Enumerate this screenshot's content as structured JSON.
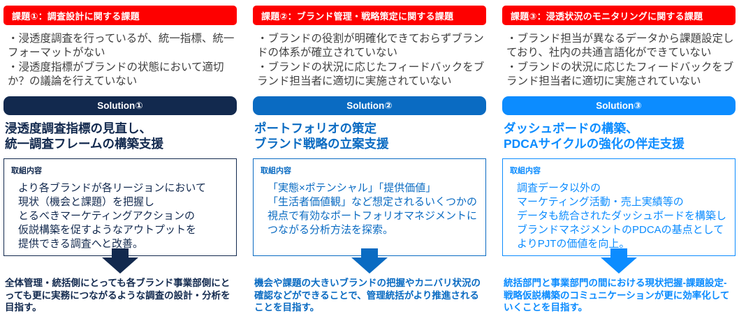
{
  "theme": {
    "issue_banner_color": "#FE0000",
    "issue_text_color": "#3F3F3F",
    "background": "#FFFFFF"
  },
  "columns": [
    {
      "issue_title": "課題①：調査設計に関する課題",
      "issue_points": [
        "・浸透度調査を行っているが、統一指標、統一フォーマットがない",
        "・浸透度指標がブランドの状態において適切か？の議論を行えていない"
      ],
      "solution_label": "Solution①",
      "solution_title": "浸透度調査指標の見直し、\n統一調査フレームの構築支援",
      "box_label": "取組内容",
      "box_text": "より各ブランドが各リージョンにおいて\n現状（機会と課題）を把握し\nとるべきマーケティングアクションの\n仮説構築を促すようなアウトプットを\n提供できる調査へと改善。",
      "goal_text": "全体管理・統括側にとっても各ブランド事業部側にとっても更に実務につながるような調査の設計・分析を目指す。",
      "accent_color": "#12294E"
    },
    {
      "issue_title": "課題②：ブランド管理・戦略策定に関する課題",
      "issue_points": [
        "・ブランドの役割が明確化できておらずブランドの体系が確立されていない",
        "・ブランドの状況に応じたフィードバックをブランド担当者に適切に実施されていない"
      ],
      "solution_label": "Solution②",
      "solution_title": "ポートフォリオの策定\nブランド戦略の立案支援",
      "box_label": "取組内容",
      "box_text": "「実態×ポテンシャル」「提供価値」\n「生活者価値観」など想定されるいくつかの視点で有効なポートフォリオマネジメントにつながる分析方法を探索。",
      "goal_text": "機会や課題の大きいブランドの把握やカニバリ状況の確認などができることで、管理統括がより推進されることを目指す。",
      "accent_color": "#0A6BC2"
    },
    {
      "issue_title": "課題③：浸透状況のモニタリングに関する課題",
      "issue_points": [
        "・ブランド担当が異なるデータから課題設定しており、社内の共通言語化ができていない",
        "・ブランドの状況に応じたフィードバックをブランド担当者に適切に実施されていない"
      ],
      "solution_label": "Solution③",
      "solution_title": "ダッシュボードの構築、\nPDCAサイクルの強化の伴走支援",
      "box_label": "取組内容",
      "box_text": "調査データ以外の\nマーケティング活動・売上実績等の\nデータも統合されたダッシュボードを構築しブランドマネジメントのPDCAの基点としてよりPJTの価値を向上。",
      "goal_text": "統括部門と事業部門の間における現状把握-課題設定-戦略仮説構築のコミュニケーションが更に効率化していくことを目指す。",
      "accent_color": "#0C8CFF"
    }
  ]
}
